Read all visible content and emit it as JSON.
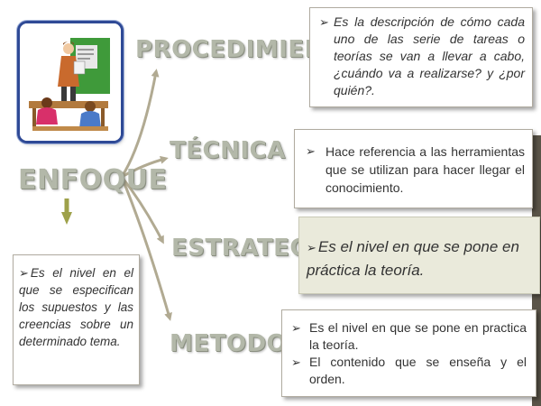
{
  "central": {
    "label": "ENFOQUE"
  },
  "branches": [
    {
      "heading": "PROCEDIMIENTO",
      "text": "Es la descripción de cómo cada uno de las serie de tareas o teorías se van a llevar a cabo, ¿cuándo va a realizarse? y ¿por quién?."
    },
    {
      "heading": "TÉCNICA",
      "text": "Hace referencia a las herramientas que se utilizan para hacer llegar el conocimiento."
    },
    {
      "heading": "ESTRATEGIA",
      "text": "Es el nivel en que se pone en práctica la teoría."
    },
    {
      "heading": "METODO",
      "items": [
        "Es el nivel en que se pone en practica la teoría.",
        "El contenido que se enseña y el orden."
      ]
    }
  ],
  "enfoque_box": {
    "text": "Es el nivel en el que se especifican los supuestos y las creencias sobre un determinado tema."
  },
  "colors": {
    "heading": "#b3b8a9",
    "arrow": "#b1aa92",
    "down_arrow": "#9ea14a",
    "highlight_box": "#eaeadb",
    "picture_frame": "#2f4a96"
  },
  "icons": {
    "picture": "teacher-classroom-illustration",
    "bullet": "arrow-bullet-icon"
  }
}
